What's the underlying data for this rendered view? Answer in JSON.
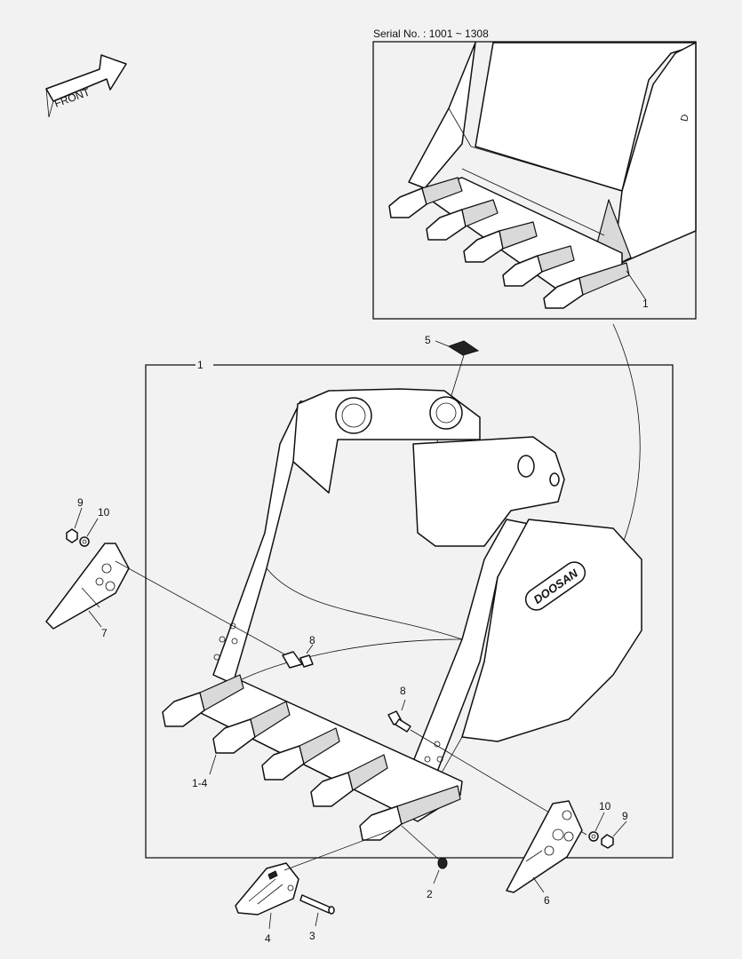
{
  "serial_label": "Serial No. : 1001 ~ 1308",
  "front_arrow_label": "FRONT",
  "brand_logo_text": "DOOSAN",
  "callouts": {
    "inset_bucket_assembly": "1",
    "bucket_assembly": "1",
    "bucket_tooth_set": "1-4",
    "lock_ring": "2",
    "tooth_pin": "3",
    "tooth_point": "4",
    "nameplate": "5",
    "side_cutter_right": "6",
    "side_cutter_left": "7",
    "bolt_left": "8",
    "bolt_right": "8",
    "nut_left": "9",
    "washer_left": "10",
    "washer_right": "10",
    "nut_right": "9"
  }
}
